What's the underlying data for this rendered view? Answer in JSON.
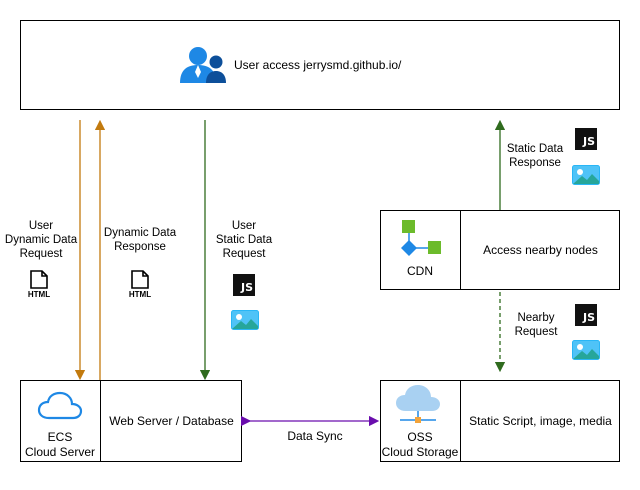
{
  "user": {
    "label": "User access jerrysmd.github.io/"
  },
  "ecs": {
    "name_line1": "ECS",
    "name_line2": "Cloud Server",
    "web_label": "Web Server / Database"
  },
  "cdn": {
    "name": "CDN",
    "desc": "Access nearby nodes"
  },
  "oss": {
    "name_line1": "OSS",
    "name_line2": "Cloud Storage",
    "desc": "Static Script, image, media"
  },
  "edges": {
    "user_dynamic_request": [
      "User",
      "Dynamic Data",
      "Request"
    ],
    "dynamic_response": [
      "Dynamic Data",
      "Response"
    ],
    "user_static_request": [
      "User",
      "Static Data",
      "Request"
    ],
    "static_response": [
      "Static Data",
      "Response"
    ],
    "nearby_request": [
      "Nearby",
      "Request"
    ],
    "data_sync": "Data Sync"
  },
  "file_icon_label": "HTML",
  "js_icon_label": "JS",
  "colors": {
    "orange": "#c27a0e",
    "green": "#2f6b1e",
    "purple": "#6a0dad",
    "azure": "#1e88e5",
    "cdn_green": "#6cbb2b"
  }
}
